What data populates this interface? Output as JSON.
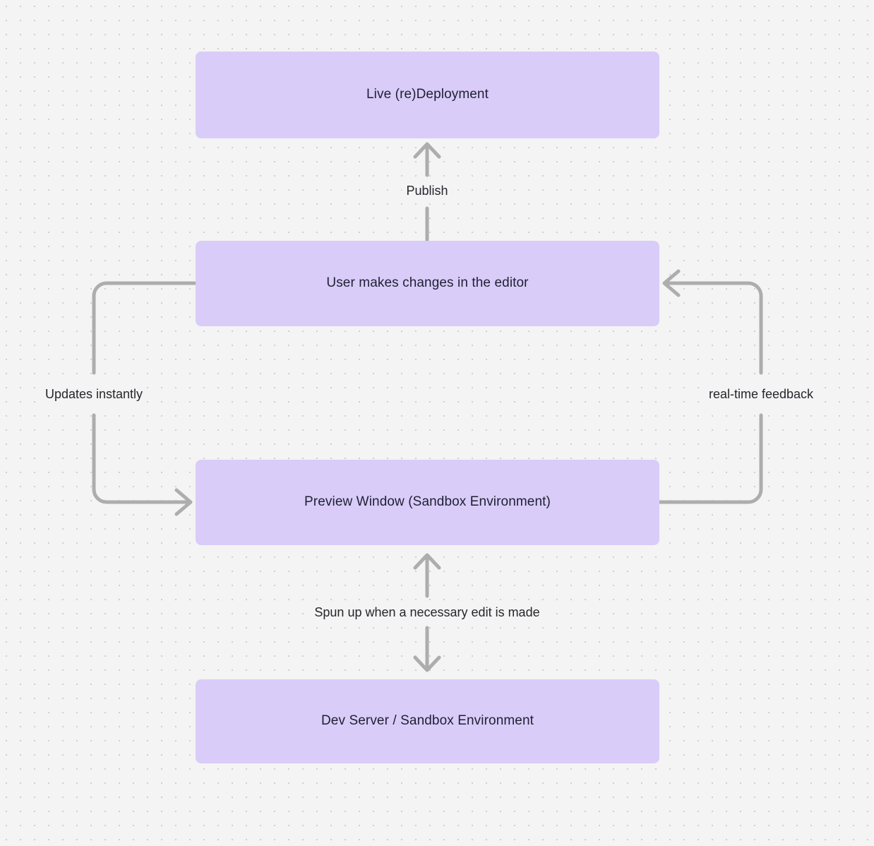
{
  "diagram": {
    "type": "flowchart",
    "background_color": "#f4f4f4",
    "node_color": "#d9ccf9",
    "edge_color": "#adadad",
    "text_color": "#1f2033",
    "nodes": [
      {
        "id": "live-deployment",
        "label": "Live (re)Deployment"
      },
      {
        "id": "user-editor",
        "label": "User makes changes in the editor"
      },
      {
        "id": "preview-window",
        "label": "Preview Window (Sandbox Environment)"
      },
      {
        "id": "dev-server",
        "label": "Dev Server / Sandbox Environment"
      }
    ],
    "edges": [
      {
        "id": "publish",
        "label": "Publish",
        "from": "user-editor",
        "to": "live-deployment"
      },
      {
        "id": "updates-instantly",
        "label": "Updates instantly",
        "from": "user-editor",
        "to": "preview-window"
      },
      {
        "id": "real-time-feedback",
        "label": "real-time feedback",
        "from": "preview-window",
        "to": "user-editor"
      },
      {
        "id": "spun-up",
        "label": "Spun up when a necessary edit is made",
        "from": "preview-window",
        "to": "dev-server"
      }
    ]
  }
}
